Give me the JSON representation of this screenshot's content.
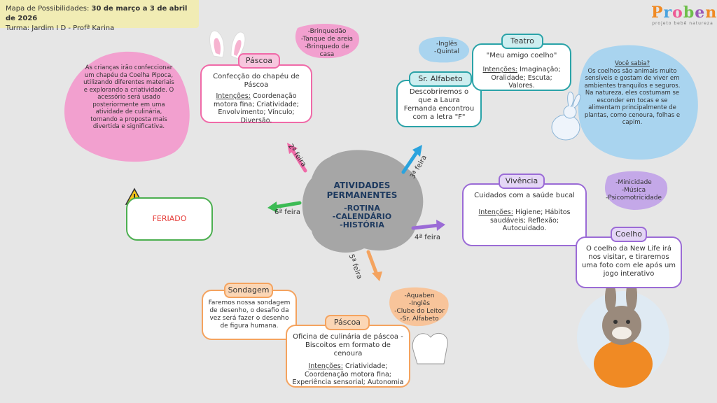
{
  "header": {
    "line1_prefix": "Mapa de Possibilidades: ",
    "line1_dates": "30 de março a 3 de abril de 2026",
    "line2": "Turma: Jardim I D - Profª Karina"
  },
  "logo": {
    "letters": [
      "P",
      "r",
      "o",
      "b",
      "e",
      "n"
    ],
    "subtitle": "projeto bebê natureza"
  },
  "center": {
    "title_line1": "ATIVIDADES",
    "title_line2": "PERMANENTES",
    "items": [
      "-ROTINA",
      "-CALENDÁRIO",
      "-HISTÓRIA"
    ]
  },
  "days": {
    "mon": "2ª feira",
    "tue": "3ª feira",
    "wed": "4ª feira",
    "thu": "5ª feira",
    "fri": "6ª feira"
  },
  "monday": {
    "tag": "Páscoa",
    "text": "Confecção do chapéu de Páscoa",
    "int_label": "Intenções:",
    "int_text": " Coordenação motora fina; Criatividade; Envolvimento; Vínculo; Diversão.",
    "materials": [
      "-Brinquedão",
      "-Tanque de areia",
      "-Brinquedo de casa"
    ],
    "note": "As crianças irão confeccionar um chapéu da Coelha Pipoca, utilizando diferentes materiais e explorando a criatividade. O acessório será usado posteriormente em uma atividade de culinária, tornando a proposta mais divertida e significativa."
  },
  "tuesday": {
    "tag1": "Sr. Alfabeto",
    "text1": "Descobriremos o que a Laura Fernanda encontrou com a letra \"F\"",
    "places": [
      "-Inglês",
      "-Quintal"
    ],
    "tag2": "Teatro",
    "text2": "\"Meu amigo coelho\"",
    "int_label": "Intenções:",
    "int_text": " Imaginação; Oralidade; Escuta; Valores.",
    "did_you_know_title": "Você sabia?",
    "did_you_know": "Os coelhos são animais muito sensíveis e gostam de viver em ambientes tranquilos e seguros. Na natureza, eles costumam se esconder em tocas e se alimentam principalmente de plantas, como cenoura, folhas e capim."
  },
  "wednesday": {
    "tag1": "Vivência",
    "text1": "Cuidados com a saúde bucal",
    "int_label": "Intenções:",
    "int_text": " Higiene; Hábitos saudáveis; Reflexão; Autocuidado.",
    "extras": [
      "-Minicidade",
      "-Música",
      "-Psicomotricidade"
    ],
    "tag2": "Coelho",
    "text2": "O coelho da New Life irá nos visitar, e tiraremos uma foto com ele após um jogo interativo"
  },
  "thursday": {
    "tag1": "Sondagem",
    "text1": "Faremos nossa sondagem de desenho, o desafio da vez será fazer o desenho de figura humana.",
    "tag2": "Páscoa",
    "text2": "Oficina de culinária de páscoa - Biscoitos em formato de cenoura",
    "int_label": "Intenções:",
    "int_text": " Criatividade; Coordenação motora fina; Experiência sensorial; Autonomia",
    "extras": [
      "-Aquaben",
      "-Inglês",
      "-Clube do Leitor",
      "-Sr. Alfabeto"
    ]
  },
  "friday": {
    "text": "FERIADO"
  },
  "colors": {
    "pink": "#f2a0cf",
    "blue": "#a9d4ef",
    "teal": "#2aa3a8",
    "purple": "#9b6bd6",
    "orange": "#f4a35f",
    "green": "#3cbb54",
    "header_bg": "#f1ecb4"
  }
}
